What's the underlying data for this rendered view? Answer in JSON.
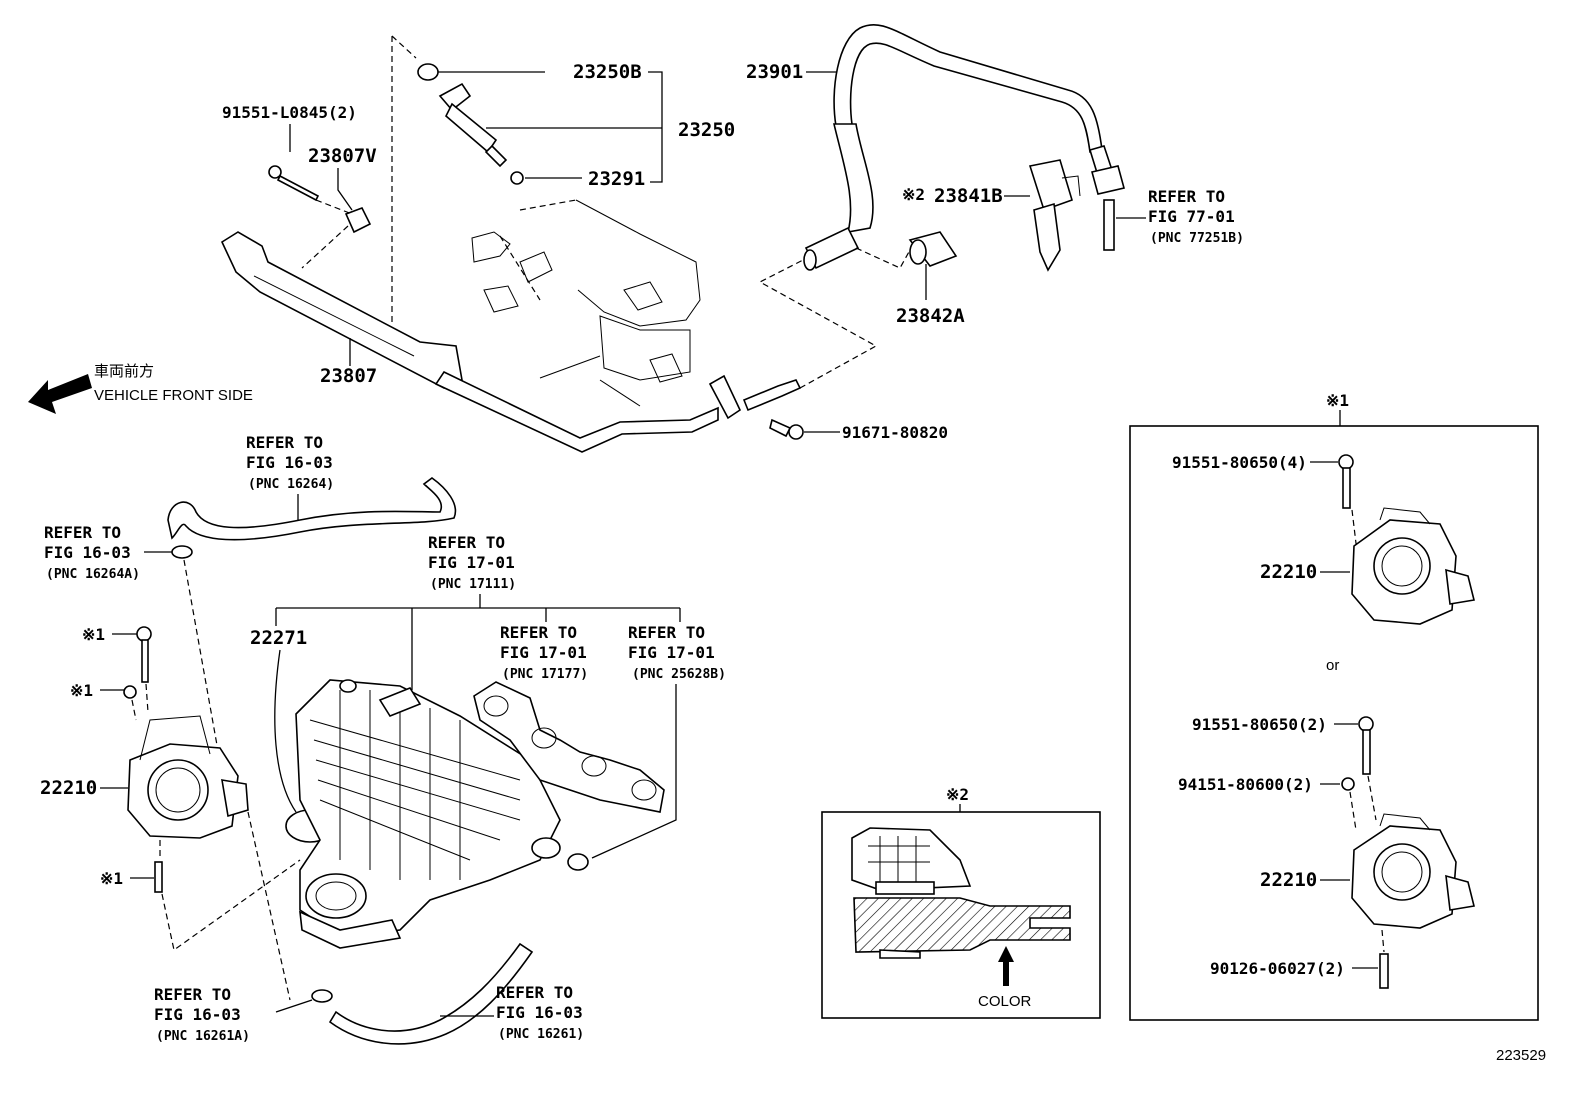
{
  "labels": {
    "p23250B": "23250B",
    "p23250": "23250",
    "p23291": "23291",
    "p91551L": "91551-L0845(2)",
    "p23807V": "23807V",
    "p23807": "23807",
    "p23901": "23901",
    "p23841B": "23841B",
    "p23841B_mark": "※2",
    "p23842A": "23842A",
    "p91671": "91671-80820",
    "p22271": "22271",
    "p22210_left": "22210",
    "p22210_r1": "22210",
    "p22210_r2": "22210",
    "p91551_4": "91551-80650(4)",
    "p91551_2": "91551-80650(2)",
    "p94151": "94151-80600(2)",
    "p90126": "90126-06027(2)",
    "mark1_a": "※1",
    "mark1_b": "※1",
    "mark1_c": "※1",
    "mark1_box": "※1",
    "mark2_box": "※2",
    "or": "or",
    "color": "COLOR",
    "fig_id": "223529"
  },
  "direction": {
    "jp": "車両前方",
    "en": "VEHICLE FRONT SIDE"
  },
  "refs": {
    "r77": {
      "l1": "REFER TO",
      "l2": "FIG 77-01",
      "l3": "(PNC 77251B)"
    },
    "r16264": {
      "l1": "REFER TO",
      "l2": "FIG 16-03",
      "l3": "(PNC 16264)"
    },
    "r16264A": {
      "l1": "REFER TO",
      "l2": "FIG 16-03",
      "l3": "(PNC 16264A)"
    },
    "r17111": {
      "l1": "REFER TO",
      "l2": "FIG 17-01",
      "l3": "(PNC 17111)"
    },
    "r17177": {
      "l1": "REFER TO",
      "l2": "FIG 17-01",
      "l3": "(PNC 17177)"
    },
    "r25628B": {
      "l1": "REFER TO",
      "l2": "FIG 17-01",
      "l3": "(PNC 25628B)"
    },
    "r16261A": {
      "l1": "REFER TO",
      "l2": "FIG 16-03",
      "l3": "(PNC 16261A)"
    },
    "r16261": {
      "l1": "REFER TO",
      "l2": "FIG 16-03",
      "l3": "(PNC 16261)"
    }
  }
}
